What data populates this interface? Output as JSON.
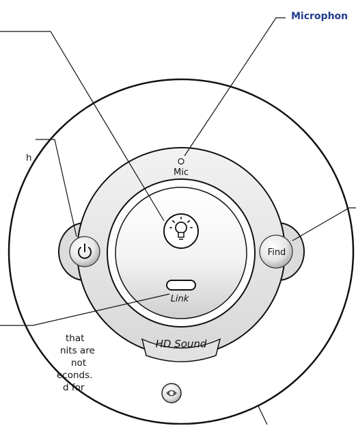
{
  "callouts": {
    "microphone": "Microphon",
    "left_fragment_top": "h",
    "left_fragment_lines": [
      "that",
      "nits are",
      "not",
      "econds.",
      "d for"
    ]
  },
  "device": {
    "mic_label": "Mic",
    "find_label": "Find",
    "link_label": "Link",
    "brand_label": "HD Sound",
    "power_icon": "power-icon",
    "bulb_icon": "light-bulb-icon",
    "link_icon": "link-pill-icon",
    "bottom_icon": "logo-button-icon"
  },
  "colors": {
    "callout_title": "#1f3b8c",
    "line": "#111111"
  }
}
